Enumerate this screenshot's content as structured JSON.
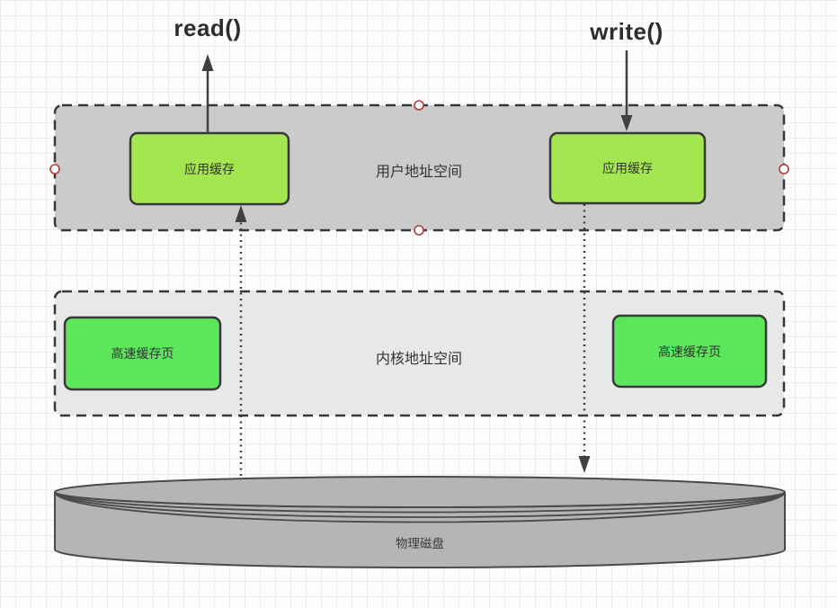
{
  "syscalls": {
    "read": "read()",
    "write": "write()"
  },
  "user_space": {
    "label": "用户地址空间",
    "left_box_label": "应用缓存",
    "right_box_label": "应用缓存"
  },
  "kernel_space": {
    "label": "内核地址空间",
    "left_box_label": "高速缓存页",
    "right_box_label": "高速缓存页"
  },
  "disk": {
    "label": "物理磁盘"
  },
  "colors": {
    "canvas_bg": "#fdfdfd",
    "grid_line": "#ececec",
    "user_space_fill": "#cbcbcb",
    "kernel_space_fill": "#e8e8e8",
    "app_cache_fill": "#a3e64f",
    "page_cache_fill": "#5be65b",
    "disk_fill": "#b5b5b5",
    "shape_stroke": "#383838",
    "arrow_color": "#404040",
    "handle_stroke": "#b23b3b",
    "text_color": "#333333"
  }
}
